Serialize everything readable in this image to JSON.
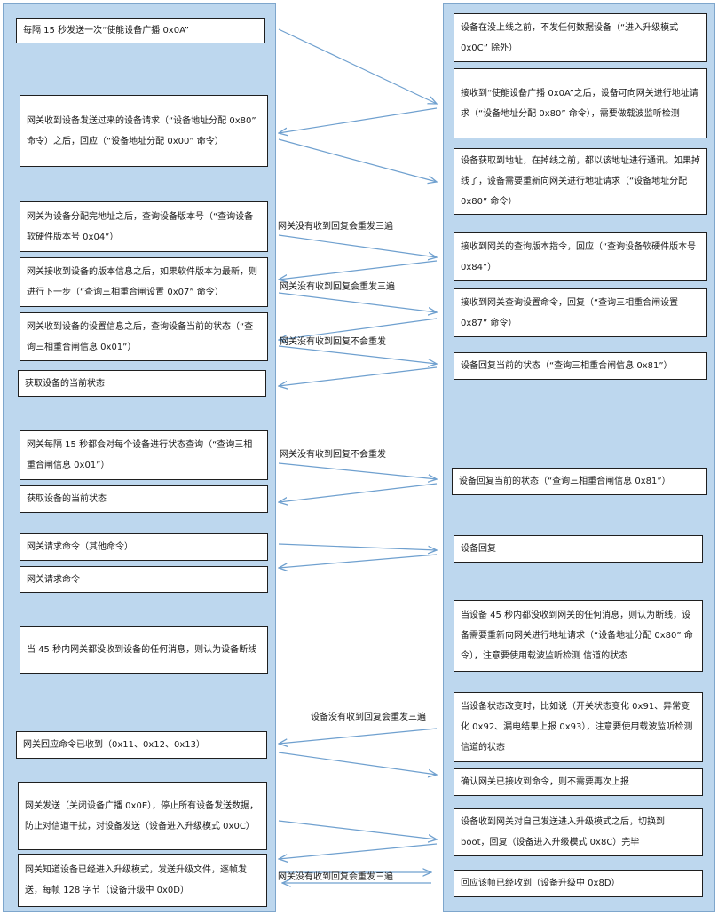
{
  "left_boxes": [
    "每隔 15 秒发送一次“使能设备广播 0x0A”",
    "网关收到设备发送过来的设备请求（“设备地址分配 0x80” 命令）之后，回应（“设备地址分配 0x00” 命令）",
    "网关为设备分配完地址之后，查询设备版本号（“查询设备软硬件版本号 0x04”）",
    "网关接收到设备的版本信息之后，如果软件版本为最新，则进行下一步（“查询三相重合闸设置 0x07” 命令）",
    "网关收到设备的设置信息之后，查询设备当前的状态（“查询三相重合闸信息 0x01”）",
    "获取设备的当前状态",
    "网关每隔 15 秒都会对每个设备进行状态查询（“查询三相重合闸信息 0x01”）",
    "获取设备的当前状态",
    "网关请求命令（其他命令）",
    "网关请求命令",
    "当 45 秒内网关都没收到设备的任何消息，则认为设备断线",
    "网关回应命令已收到（0x11、0x12、0x13）",
    "网关发送（关闭设备广播 0x0E），停止所有设备发送数据，防止对信道干扰，对设备发送（设备进入升级模式 0x0C）",
    "网关知道设备已经进入升级模式，发送升级文件，逐帧发送，每帧 128 字节（设备升级中 0x0D）"
  ],
  "right_boxes": [
    "设备在没上线之前，不发任何数据设备（“进入升级模式 0x0C” 除外）",
    "接收到“使能设备广播 0x0A”之后，设备可向网关进行地址请求（“设备地址分配 0x80” 命令），需要做载波监听检测",
    "设备获取到地址，在掉线之前，都以该地址进行通讯。如果掉线了，设备需要重新向网关进行地址请求（“设备地址分配 0x80” 命令）",
    "接收到网关的查询版本指令，回应（“查询设备软硬件版本号 0x84”）",
    "接收到网关查询设置命令，回复（“查询三相重合闸设置 0x87” 命令）",
    "设备回复当前的状态（“查询三相重合闸信息 0x81”）",
    "设备回复当前的状态（“查询三相重合闸信息 0x81”）",
    "设备回复",
    "当设备 45 秒内都没收到网关的任何消息，则认为断线，设备需要重新向网关进行地址请求（“设备地址分配 0x80” 命令），注意要使用载波监听检测 信道的状态",
    "当设备状态改变时，比如说（开关状态变化 0x91、异常变化 0x92、漏电结果上报 0x93），注意要使用载波监听检测 信道的状态",
    "确认网关已接收到命令，则不需要再次上报",
    "设备收到网关对自己发送进入升级模式之后，切换到 boot，回复（设备进入升级模式 0x8C）完毕",
    "回应该帧已经收到（设备升级中 0x8D）"
  ],
  "arrow_labels": [
    "网关没有收到回复会重发三遍",
    "网关没有收到回复会重发三遍",
    "网关没有收到回复不会重发",
    "网关没有收到回复不会重发",
    "设备没有收到回复会重发三遍",
    "网关没有收到回复会重发三遍"
  ],
  "colors": {
    "lane_fill": "#bdd7ee",
    "arrow": "#6fa0cf"
  }
}
